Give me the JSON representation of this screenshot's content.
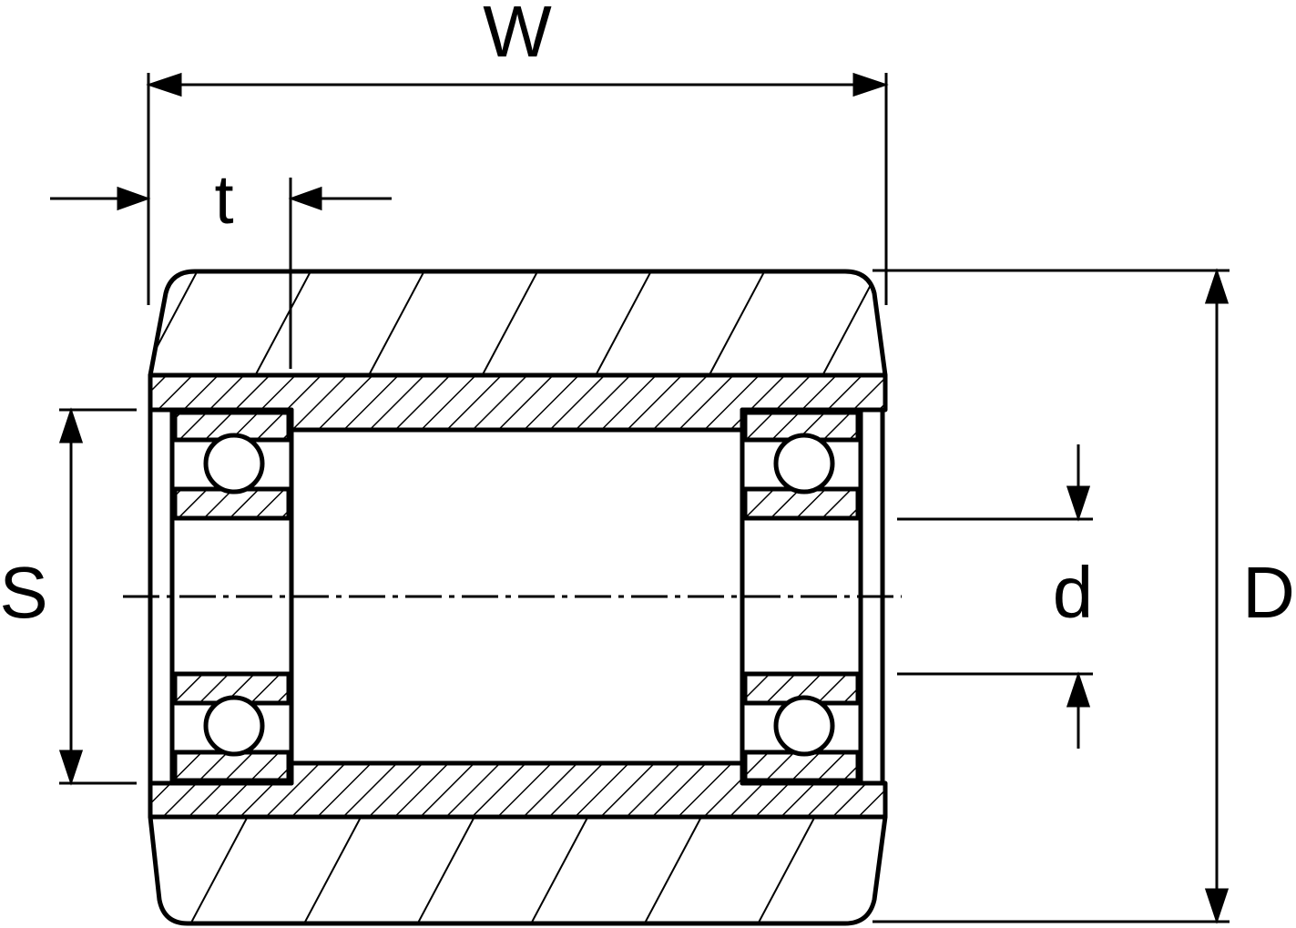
{
  "labels": {
    "width": "W",
    "tread_thickness": "t",
    "shaft_span": "S",
    "bore_diameter": "d",
    "outer_diameter": "D"
  }
}
